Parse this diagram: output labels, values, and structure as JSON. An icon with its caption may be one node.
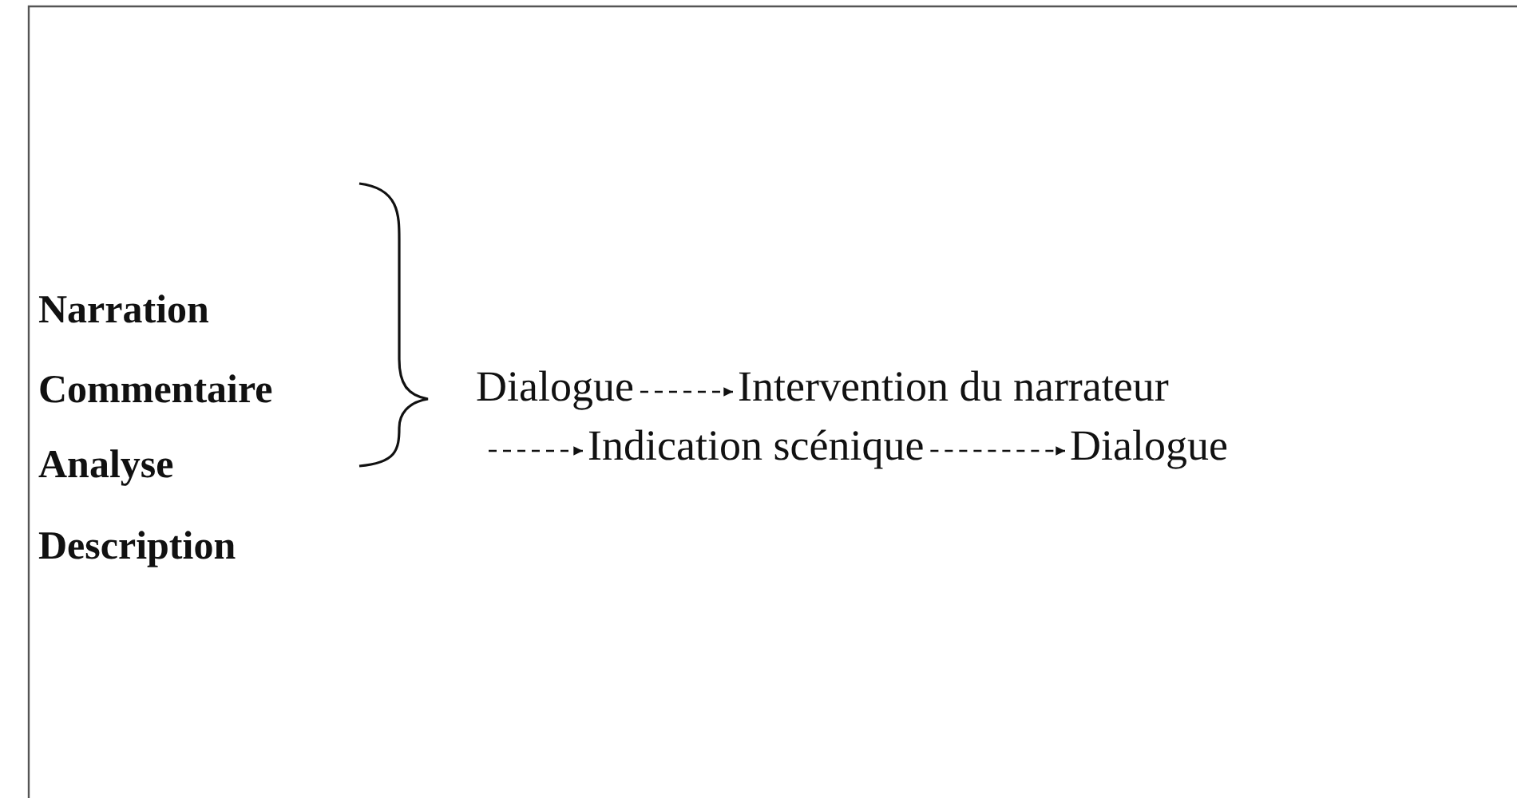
{
  "diagram": {
    "nodes": [
      {
        "text": [
          "Dialogue"
        ]
      },
      {
        "text": [
          "Intervention du narrateur"
        ]
      },
      {
        "text": [
          "Indication scénique"
        ]
      },
      {
        "text": [
          "Dialogue"
        ]
      }
    ],
    "edges": [
      {
        "from": 0,
        "to": 1,
        "arrow": "to",
        "style": "dashed"
      },
      {
        "from": null,
        "to": 2,
        "arrow": "to",
        "style": "dashed"
      },
      {
        "from": 2,
        "to": 3,
        "arrow": "to",
        "style": "dashed"
      }
    ],
    "labels": [
      "Narration",
      "Commentaire",
      "Analyse",
      "Description"
    ]
  }
}
